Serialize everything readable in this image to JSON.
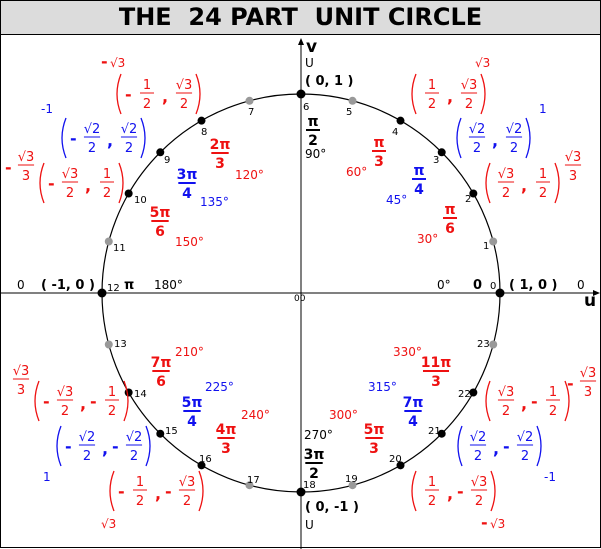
{
  "title": "THE  24 PART  UNIT CIRCLE",
  "colors": {
    "red": "#ee1111",
    "blue": "#1111ee",
    "black": "#000000",
    "gray": "#999999",
    "title_bg": "#dcdcdc"
  },
  "axes": {
    "v_label": "v",
    "u_label": "u",
    "origin": "00",
    "top_u": "U",
    "bottom_u": "U"
  },
  "points": [
    {
      "n": "0",
      "major": true
    },
    {
      "n": "1",
      "major": false
    },
    {
      "n": "2",
      "major": true
    },
    {
      "n": "3",
      "major": true
    },
    {
      "n": "4",
      "major": true
    },
    {
      "n": "5",
      "major": false
    },
    {
      "n": "6",
      "major": true
    },
    {
      "n": "7",
      "major": false
    },
    {
      "n": "8",
      "major": true
    },
    {
      "n": "9",
      "major": true
    },
    {
      "n": "10",
      "major": true
    },
    {
      "n": "11",
      "major": false
    },
    {
      "n": "12",
      "major": true
    },
    {
      "n": "13",
      "major": false
    },
    {
      "n": "14",
      "major": true
    },
    {
      "n": "15",
      "major": true
    },
    {
      "n": "16",
      "major": true
    },
    {
      "n": "17",
      "major": false
    },
    {
      "n": "18",
      "major": true
    },
    {
      "n": "19",
      "major": false
    },
    {
      "n": "20",
      "major": true
    },
    {
      "n": "21",
      "major": true
    },
    {
      "n": "22",
      "major": true
    },
    {
      "n": "23",
      "major": false
    }
  ],
  "axis_points": [
    {
      "coord": "( 0, 1 )",
      "rad_num": "π",
      "rad_den": "2",
      "deg": "90°"
    },
    {
      "coord": "( 1, 0 )",
      "rad": "0",
      "deg": "0°",
      "tan": "0"
    },
    {
      "coord": "( -1, 0 )",
      "rad": "π",
      "deg": "180°",
      "tan": "0"
    },
    {
      "coord": "( 0, -1 )",
      "rad_num": "3π",
      "rad_den": "2",
      "deg": "270°"
    }
  ],
  "angles": [
    {
      "num": "π",
      "den": "3",
      "deg": "60°",
      "color": "red"
    },
    {
      "num": "π",
      "den": "4",
      "deg": "45°",
      "color": "blue"
    },
    {
      "num": "π",
      "den": "6",
      "deg": "30°",
      "color": "red"
    },
    {
      "num": "2π",
      "den": "3",
      "deg": "120°",
      "color": "red"
    },
    {
      "num": "3π",
      "den": "4",
      "deg": "135°",
      "color": "blue"
    },
    {
      "num": "5π",
      "den": "6",
      "deg": "150°",
      "color": "red"
    },
    {
      "num": "7π",
      "den": "6",
      "deg": "210°",
      "color": "red"
    },
    {
      "num": "5π",
      "den": "4",
      "deg": "225°",
      "color": "blue"
    },
    {
      "num": "4π",
      "den": "3",
      "deg": "240°",
      "color": "red"
    },
    {
      "num": "11π",
      "den": "3",
      "deg": "330°",
      "color": "red"
    },
    {
      "num": "7π",
      "den": "4",
      "deg": "315°",
      "color": "blue"
    },
    {
      "num": "5π",
      "den": "3",
      "deg": "300°",
      "color": "red"
    }
  ],
  "coords": [
    {
      "color": "red",
      "x": {
        "neg": false,
        "num": "1",
        "den": "2"
      },
      "y": {
        "neg": false,
        "num": "√3",
        "den": "2"
      },
      "tan": {
        "neg": false,
        "num": "√3"
      }
    },
    {
      "color": "blue",
      "x": {
        "neg": false,
        "num": "√2",
        "den": "2"
      },
      "y": {
        "neg": false,
        "num": "√2",
        "den": "2"
      },
      "tan": {
        "neg": false,
        "num": "1"
      }
    },
    {
      "color": "red",
      "x": {
        "neg": false,
        "num": "√3",
        "den": "2"
      },
      "y": {
        "neg": false,
        "num": "1",
        "den": "2"
      },
      "tan": {
        "neg": false,
        "num": "√3",
        "den": "3"
      }
    },
    {
      "color": "red",
      "x": {
        "neg": true,
        "num": "1",
        "den": "2"
      },
      "y": {
        "neg": false,
        "num": "√3",
        "den": "2"
      },
      "tan": {
        "neg": true,
        "num": "√3"
      }
    },
    {
      "color": "blue",
      "x": {
        "neg": true,
        "num": "√2",
        "den": "2"
      },
      "y": {
        "neg": false,
        "num": "√2",
        "den": "2"
      },
      "tan": {
        "neg": false,
        "num": "-1"
      }
    },
    {
      "color": "red",
      "x": {
        "neg": true,
        "num": "√3",
        "den": "2"
      },
      "y": {
        "neg": false,
        "num": "1",
        "den": "2"
      },
      "tan": {
        "neg": true,
        "num": "√3",
        "den": "3"
      }
    },
    {
      "color": "red",
      "x": {
        "neg": true,
        "num": "√3",
        "den": "2"
      },
      "y": {
        "neg": true,
        "num": "1",
        "den": "2"
      },
      "tan": {
        "neg": false,
        "num": "√3",
        "den": "3"
      }
    },
    {
      "color": "blue",
      "x": {
        "neg": true,
        "num": "√2",
        "den": "2"
      },
      "y": {
        "neg": true,
        "num": "√2",
        "den": "2"
      },
      "tan": {
        "neg": false,
        "num": "1"
      }
    },
    {
      "color": "red",
      "x": {
        "neg": true,
        "num": "1",
        "den": "2"
      },
      "y": {
        "neg": true,
        "num": "√3",
        "den": "2"
      },
      "tan": {
        "neg": false,
        "num": "√3"
      }
    },
    {
      "color": "red",
      "x": {
        "neg": false,
        "num": "√3",
        "den": "2"
      },
      "y": {
        "neg": true,
        "num": "1",
        "den": "2"
      },
      "tan": {
        "neg": true,
        "num": "√3",
        "den": "3"
      }
    },
    {
      "color": "blue",
      "x": {
        "neg": false,
        "num": "√2",
        "den": "2"
      },
      "y": {
        "neg": true,
        "num": "√2",
        "den": "2"
      },
      "tan": {
        "neg": false,
        "num": "-1"
      }
    },
    {
      "color": "red",
      "x": {
        "neg": false,
        "num": "1",
        "den": "2"
      },
      "y": {
        "neg": true,
        "num": "√3",
        "den": "2"
      },
      "tan": {
        "neg": true,
        "num": "√3"
      }
    }
  ]
}
